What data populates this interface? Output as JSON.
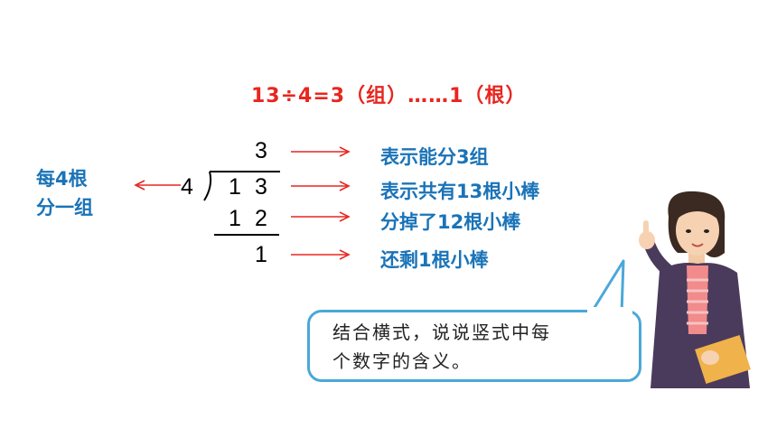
{
  "equation": "13÷4=3（组）……1（根）",
  "division": {
    "quotient": "3",
    "divisor": "4",
    "dividend_tens": "1",
    "dividend_ones": "3",
    "product_tens": "1",
    "product_ones": "2",
    "remainder": "1"
  },
  "left_note": {
    "line1": "每4根",
    "line2": "分一组"
  },
  "explanations": {
    "quotient": "表示能分3组",
    "dividend": "表示共有13根小棒",
    "product": "分掉了12根小棒",
    "remainder": "还剩1根小棒"
  },
  "speech_bubble": {
    "line1": "结合横式，说说竖式中每",
    "line2": "个数字的含义。"
  },
  "colors": {
    "equation": "#e8261f",
    "arrows": "#e8261f",
    "explanations": "#1a73b8",
    "bubble_border": "#4aa8d8"
  }
}
